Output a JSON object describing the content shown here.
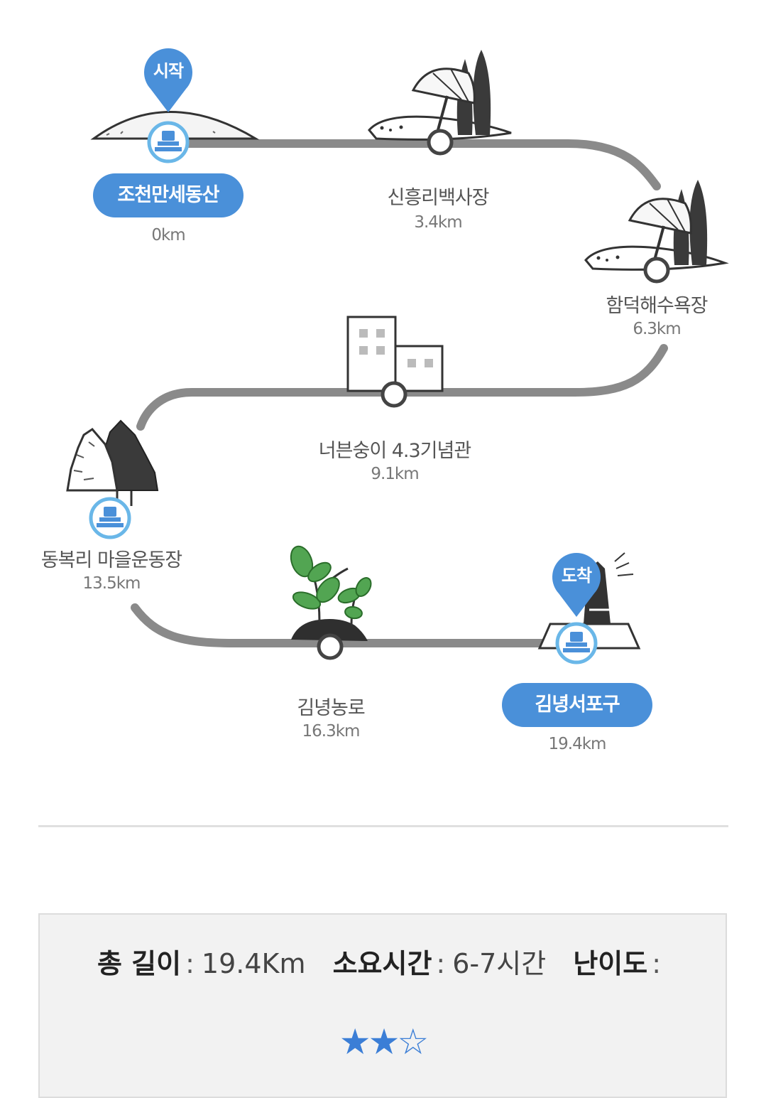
{
  "route": {
    "start_pin": "시작",
    "end_pin": "도착",
    "stops": [
      {
        "name": "조천만세동산",
        "km": "0km"
      },
      {
        "name": "신흥리백사장",
        "km": "3.4km"
      },
      {
        "name": "함덕해수욕장",
        "km": "6.3km"
      },
      {
        "name": "너븐숭이 4.3기념관",
        "km": "9.1km"
      },
      {
        "name": "동복리 마을운동장",
        "km": "13.5km"
      },
      {
        "name": "김녕농로",
        "km": "16.3km"
      },
      {
        "name": "김녕서포구",
        "km": "19.4km"
      }
    ]
  },
  "info": {
    "length_label": "총 길이",
    "length_value": "19.4Km",
    "time_label": "소요시간",
    "time_value": "6-7시간",
    "difficulty_label": "난이도",
    "separator": ":",
    "difficulty_stars": "★★☆",
    "difficulty_rating": 2,
    "difficulty_max": 3
  },
  "colors": {
    "accent": "#4a90d9",
    "route_line": "#8a8a8a",
    "stamp_light": "#6ab7e8"
  }
}
